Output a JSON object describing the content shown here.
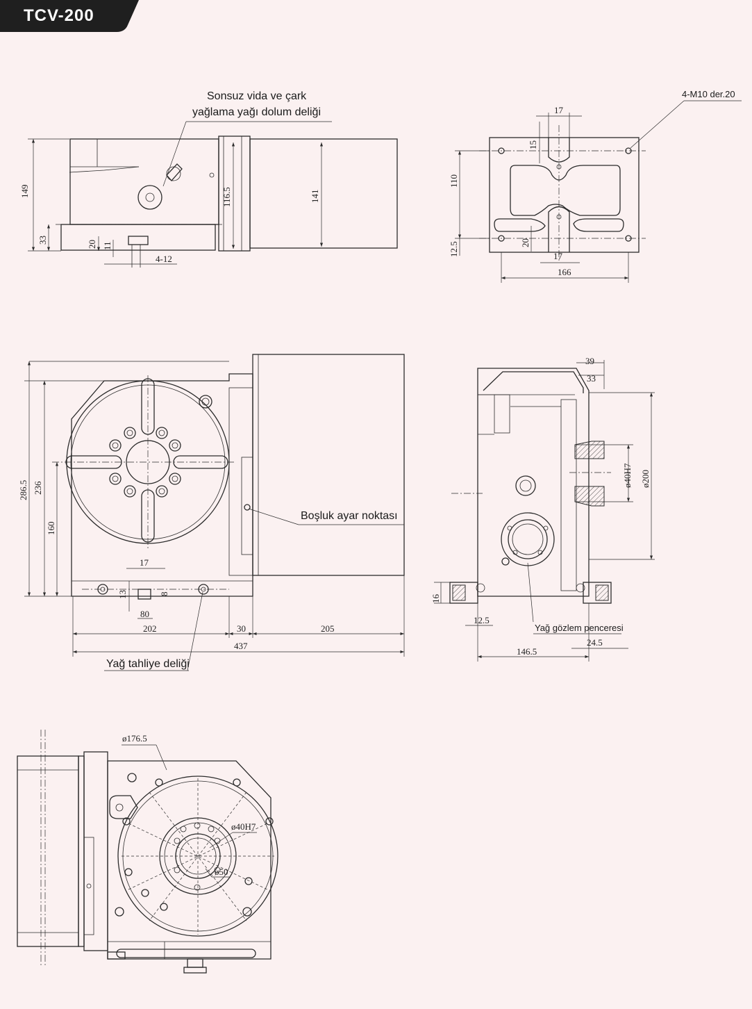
{
  "title": "TCV-200",
  "notes": {
    "lube_fill": [
      "Sonsuz vida ve çark",
      "yağlama yağı dolum deliği"
    ],
    "thread_holes": "4-M10 der.20",
    "backlash": "Boşluk ayar noktası",
    "oil_drain": "Yağ tahliye deliği",
    "oil_window": "Yağ gözlem penceresi"
  },
  "dimensions": {
    "side_view": {
      "d149": "149",
      "d116_5": "116.5",
      "d141": "141",
      "d33": "33",
      "d20": "20",
      "d11": "11",
      "d4_12": "4-12"
    },
    "bottom_view": {
      "d17_top": "17",
      "d15": "15",
      "d110": "110",
      "d12_5": "12.5",
      "d20": "20",
      "d17_bottom": "17",
      "d166": "166"
    },
    "front_view": {
      "d286_5": "286.5",
      "d236": "236",
      "d160": "160",
      "d17": "17",
      "d13": "13",
      "d8": "8",
      "d80": "80",
      "d202": "202",
      "d30": "30",
      "d205": "205",
      "d437": "437"
    },
    "section_view": {
      "d39": "39",
      "d33": "33",
      "d40h7": "ø40H7",
      "d200": "ø200",
      "d16": "16",
      "d12_5": "12.5",
      "d146_5": "146.5",
      "d24_5": "24.5"
    },
    "top_view": {
      "d176_5": "ø176.5",
      "d40h7": "ø40H7",
      "d50": "ø50"
    }
  }
}
